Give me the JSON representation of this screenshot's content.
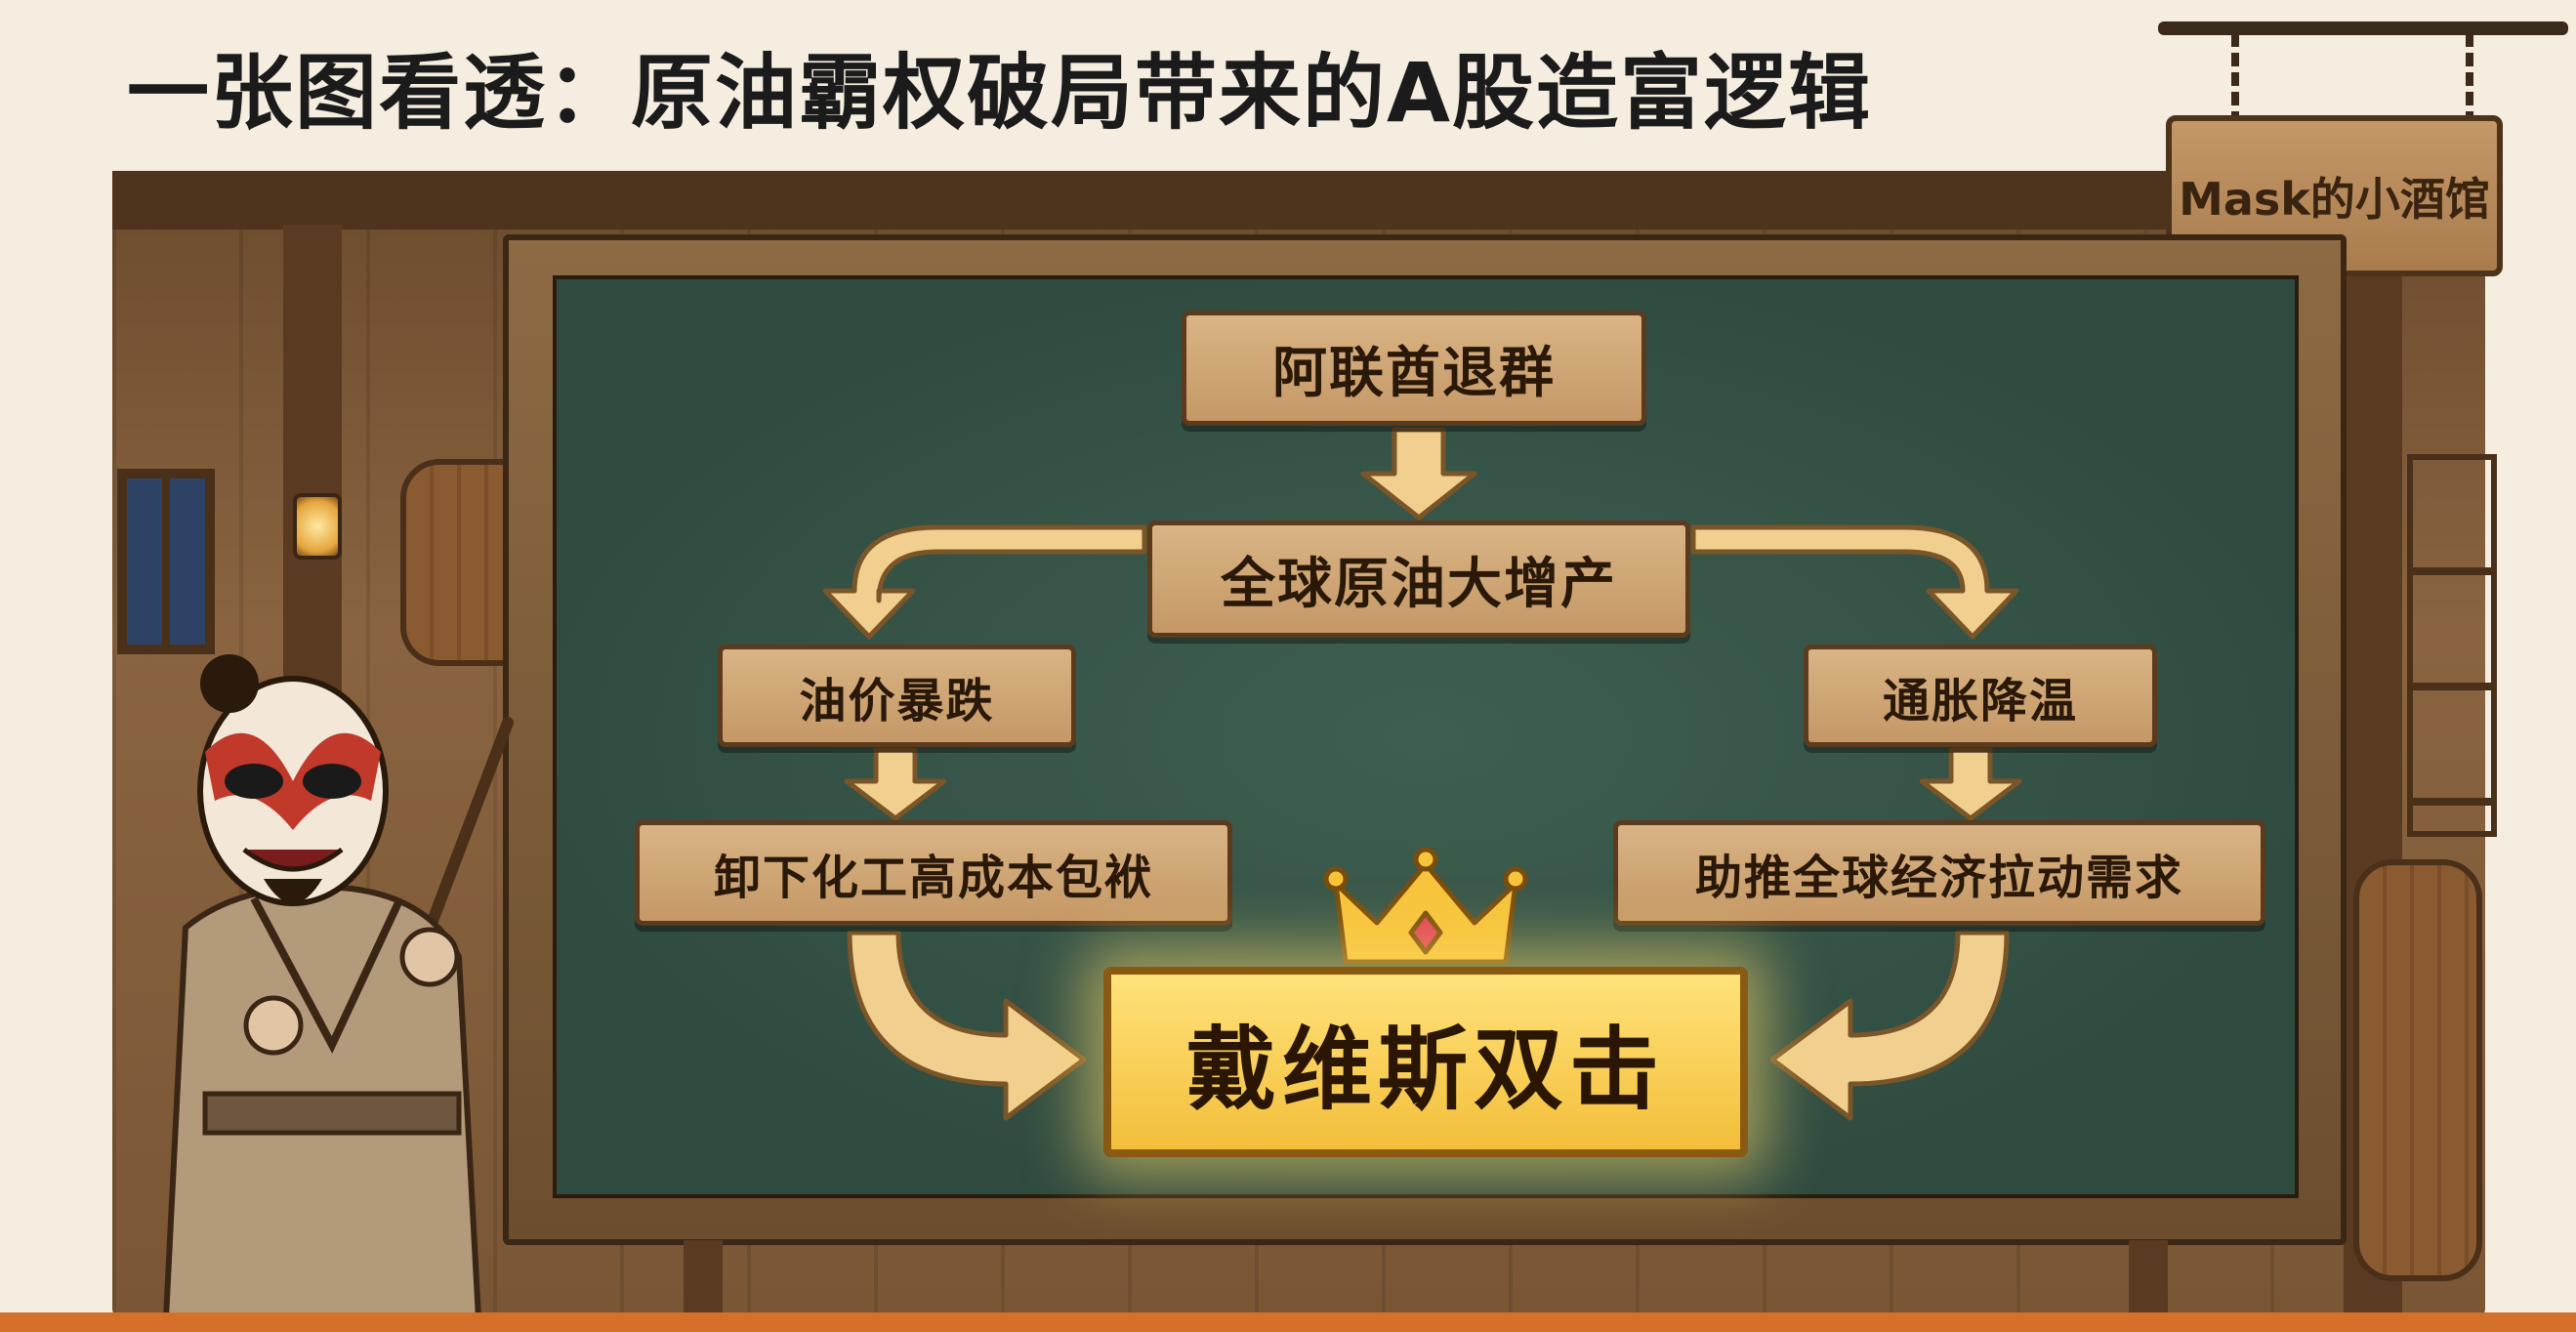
{
  "title": "一张图看透：原油霸权破局带来的A股造富逻辑",
  "sign_text": "Mask的小酒馆",
  "nodes": {
    "uae": "阿联酋退群",
    "supply": "全球原油大增产",
    "oil_price": "油价暴跌",
    "inflation": "通胀降温",
    "chemicals": "卸下化工高成本包袱",
    "demand": "助推全球经济拉动需求",
    "result": "戴维斯双击"
  },
  "colors": {
    "board": "#2f4a3f",
    "sign_wood": "#c59866",
    "arrow_fill": "#f1d08f",
    "result_gold": "#f3be3a",
    "accent_orange": "#d5702a"
  }
}
